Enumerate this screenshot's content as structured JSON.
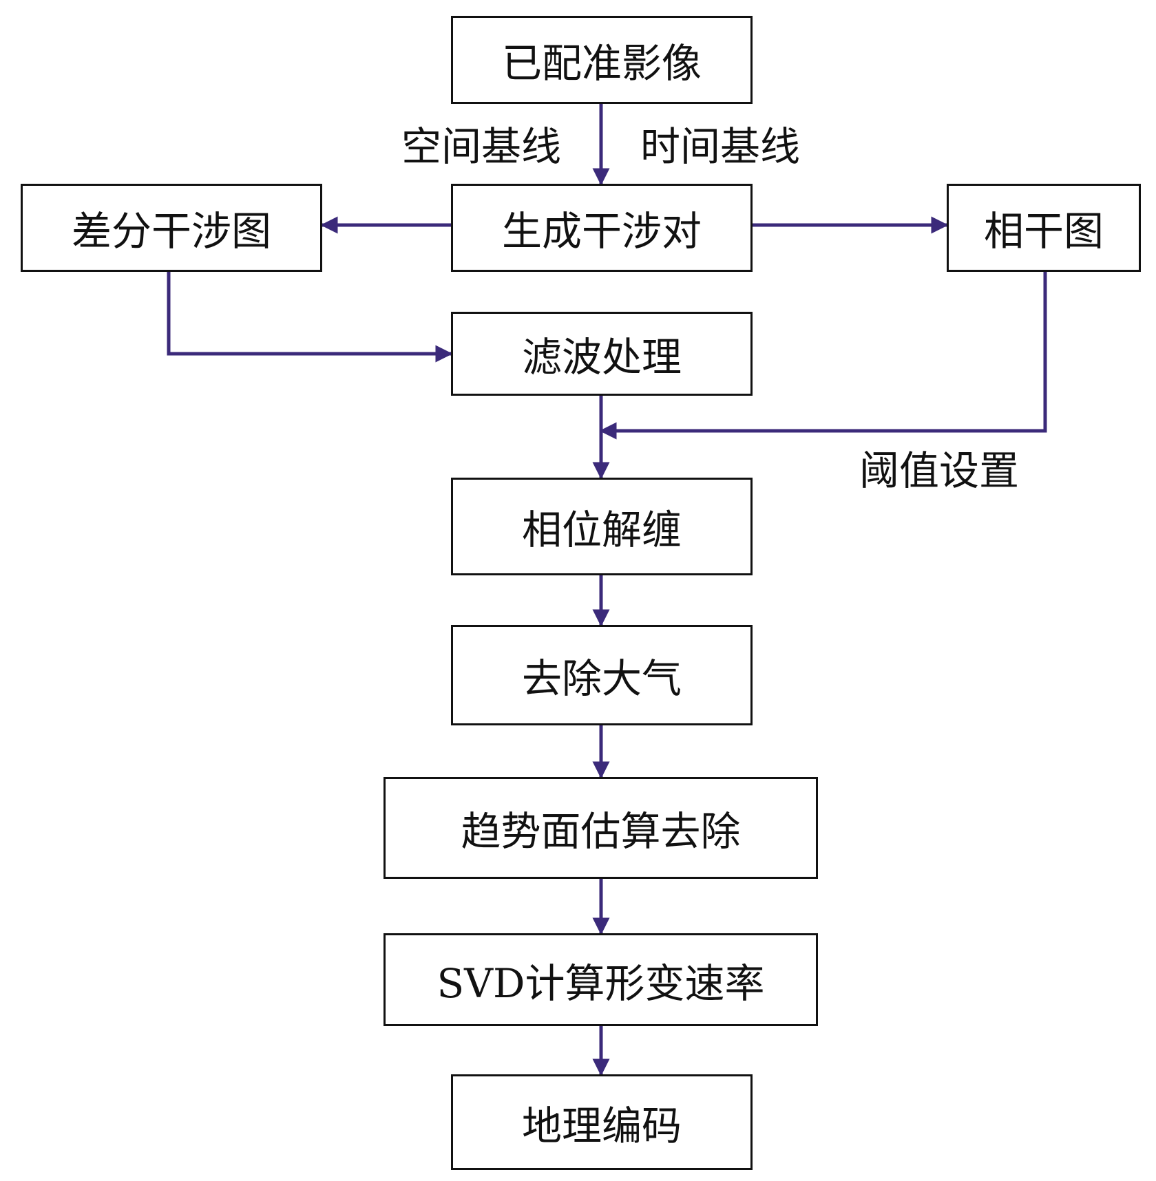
{
  "diagram": {
    "line_color": "#3b2a7a",
    "box_border_color": "#111111",
    "nodes": {
      "registered_images": "已配准影像",
      "generate_pairs": "生成干涉对",
      "diff_interferogram": "差分干涉图",
      "coherence_map": "相干图",
      "filtering": "滤波处理",
      "phase_unwrapping": "相位解缠",
      "remove_atmosphere": "去除大气",
      "trend_removal": "趋势面估算去除",
      "svd_rate": "SVD计算形变速率",
      "geocoding": "地理编码"
    },
    "edge_labels": {
      "spatial_baseline": "空间基线",
      "temporal_baseline": "时间基线",
      "threshold_setting": "阈值设置"
    }
  }
}
